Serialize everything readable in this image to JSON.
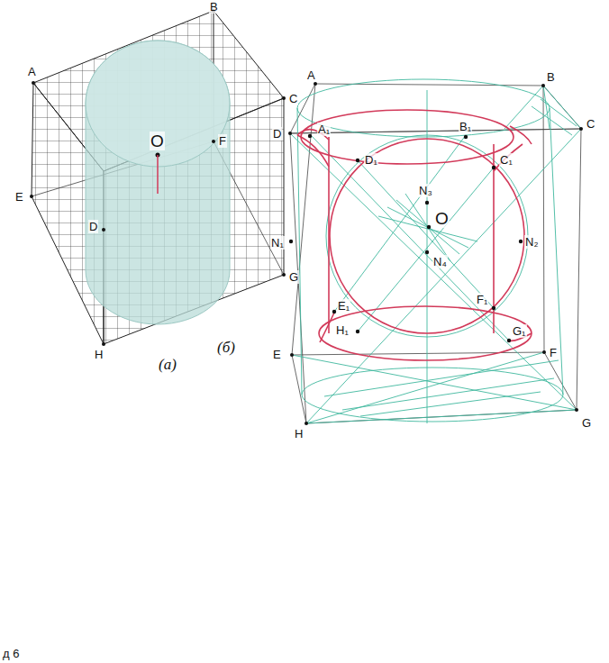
{
  "diagram": {
    "labels": [
      "A",
      "B",
      "C",
      "E",
      "F",
      "O",
      "D",
      "G",
      "H",
      "(a)",
      "A",
      "B",
      "C",
      "D",
      "A₁",
      "B₁",
      "D₁",
      "C₁",
      "N₃",
      "O",
      "N₁",
      "N₂",
      "N₄",
      "E₁",
      "F₁",
      "H₁",
      "G₁",
      "(б)",
      "E",
      "F",
      "H",
      "G",
      "д 6"
    ]
  }
}
